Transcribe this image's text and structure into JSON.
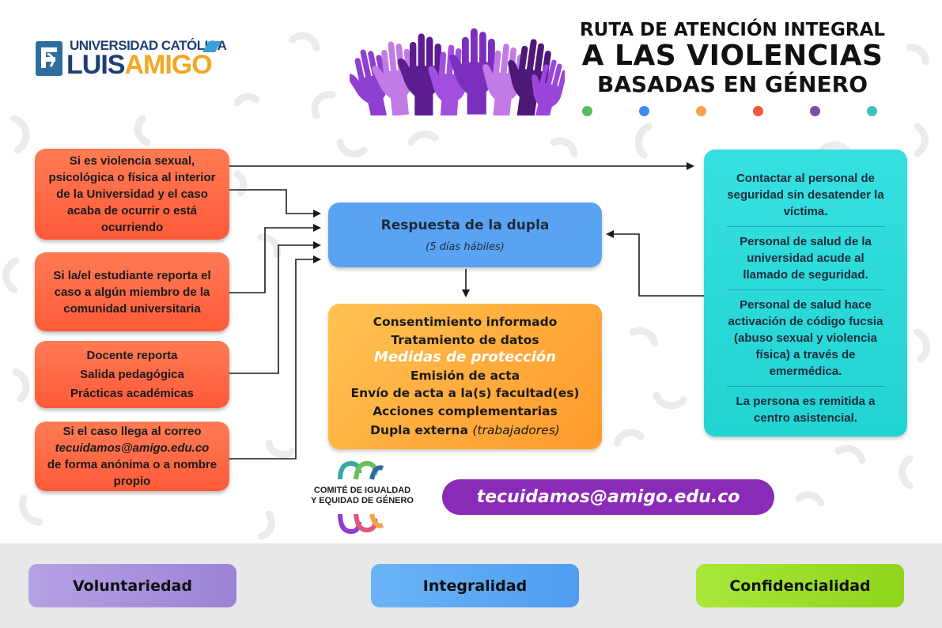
{
  "colors": {
    "red_box": "#ff6242",
    "blue_box": "#5aa3f2",
    "orange_box": "#ffb347",
    "teal_box": "#2ed8d8",
    "email_pill": "#8a2bb8",
    "footer_bg": "#e8e8e8",
    "voluntariedad": "#a08bd9",
    "integralidad": "#5aa8f5",
    "confidencialidad": "#9fe02a"
  },
  "logo": {
    "line1": "UNIVERSIDAD CATÓLICA",
    "luis": "LUIS",
    "amigo": "AMIGO"
  },
  "header": {
    "title_line1": "RUTA DE ATENCIÓN INTEGRAL",
    "title_line2": "A LAS VIOLENCIAS",
    "title_line3": "BASADAS EN GÉNERO",
    "dot_colors": [
      "#5cb85c",
      "#3b8cf0",
      "#f5a04a",
      "#f0583f",
      "#7a4ea3",
      "#3dbfbf"
    ]
  },
  "left_boxes": [
    {
      "text": "Si es violencia sexual, psicológica o física al interior de la Universidad y el caso acaba de ocurrir o está ocurriendo"
    },
    {
      "text": "Si la/el estudiante reporta el caso a algún miembro de la comunidad universitaria"
    },
    {
      "lines": [
        "Docente reporta",
        "Salida pedagógica",
        "Prácticas académicas"
      ]
    },
    {
      "pre": "Si el caso llega al correo",
      "email": "tecuidamos@amigo.edu.co",
      "post": "de forma anónima o a nombre propio"
    }
  ],
  "center": {
    "response_title": "Respuesta de la dupla",
    "response_sub": "(5 días hábiles)",
    "steps": [
      "Consentimiento informado",
      "Tratamiento de datos",
      "Medidas de protección",
      "Emisión de acta",
      "Envío de acta a la(s) facultad(es)",
      "Acciones complementarias",
      "Dupla externa"
    ],
    "step_last_suffix": "(trabajadores)"
  },
  "right_box": {
    "items": [
      "Contactar al personal de seguridad sin desatender la víctima.",
      "Personal de salud de la universidad acude al llamado de seguridad.",
      "Personal de salud hace activación de código fucsia (abuso sexual y violencia física) a través de emermédica.",
      "La persona es remitida a centro asistencial."
    ]
  },
  "comite": {
    "line1": "COMITÉ DE IGUALDAD",
    "line2": "Y EQUIDAD DE GÉNERO"
  },
  "email_pill": "tecuidamos@amigo.edu.co",
  "footer": {
    "voluntariedad": "Voluntariedad",
    "integralidad": "Integralidad",
    "confidencialidad": "Confidencialidad"
  }
}
